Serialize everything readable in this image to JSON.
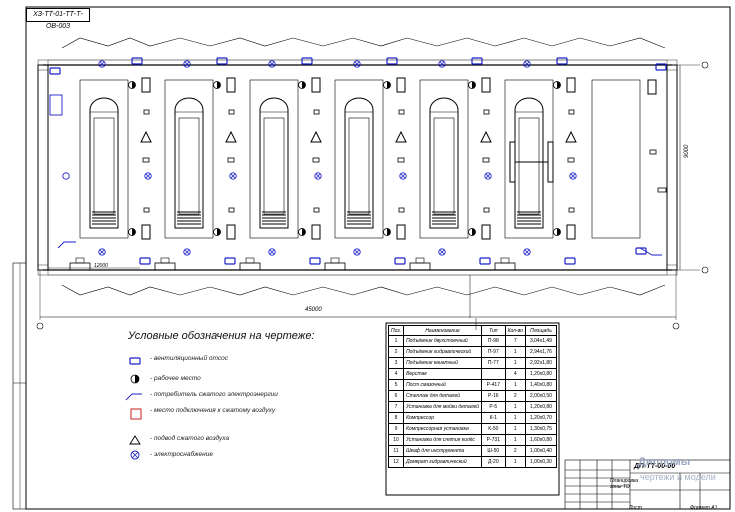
{
  "title_code": "ХЗ-ТТ-01-ТТ-Т-ОВ-003",
  "legend": {
    "title": "Условные обозначения на чертеже:",
    "items": [
      "- вентиляционный отсос",
      "- рабочее место",
      "- потребитель сжатого электроэнергии",
      "- место подключения к сжатому воздуху",
      "- подвод сжатого воздуха",
      "- электроснабжение"
    ]
  },
  "spec_table": {
    "headers": [
      "Поз.",
      "Наименование",
      "Тип",
      "Кол-во",
      "Площадь"
    ],
    "rows": [
      [
        "1",
        "Подъёмник двухстоечный",
        "П-98",
        "7",
        "3,04х1,49"
      ],
      [
        "2",
        "Подъёмник гидравлический",
        "П-97",
        "1",
        "2,94х1,76"
      ],
      [
        "3",
        "Подъёмник канатный",
        "П-77",
        "1",
        "2,92х1,80"
      ],
      [
        "4",
        "Верстак",
        "",
        "4",
        "1,20х0,80"
      ],
      [
        "5",
        "Пост смазочный",
        "Р-417",
        "1",
        "1,40х0,80"
      ],
      [
        "6",
        "Стеллаж для деталей",
        "Р-16",
        "2",
        "2,00х0,50"
      ],
      [
        "7",
        "Установка для мойки деталей",
        "Р-5",
        "1",
        "1,20х0,80"
      ],
      [
        "8",
        "Компрессор",
        "К-1",
        "1",
        "1,20х0,70"
      ],
      [
        "9",
        "Компрессорная установка",
        "К-50",
        "1",
        "1,30х0,75"
      ],
      [
        "10",
        "Установка для снятия колёс",
        "Р-731",
        "1",
        "1,60х0,80"
      ],
      [
        "11",
        "Шкаф для инструмента",
        "Ш-50",
        "2",
        "1,00х0,40"
      ],
      [
        "12",
        "Домкрат гидравлический",
        "Д-20",
        "1",
        "1,00х0,30"
      ]
    ]
  },
  "dimensions": {
    "overall_length": "45000",
    "overall_width": "9000",
    "bay": "12000"
  },
  "stamp": {
    "title": "ДП-ТТ-00-00",
    "subtitle": "Планировка зоны ТО",
    "sheet_label": "Лист",
    "format_label": "Формат А1"
  },
  "watermark": {
    "line1": "Дипломы",
    "line2": "чертежи и модели"
  },
  "colors": {
    "line": "#000000",
    "service_blue": "#1a20c8",
    "table_border": "#000000"
  }
}
